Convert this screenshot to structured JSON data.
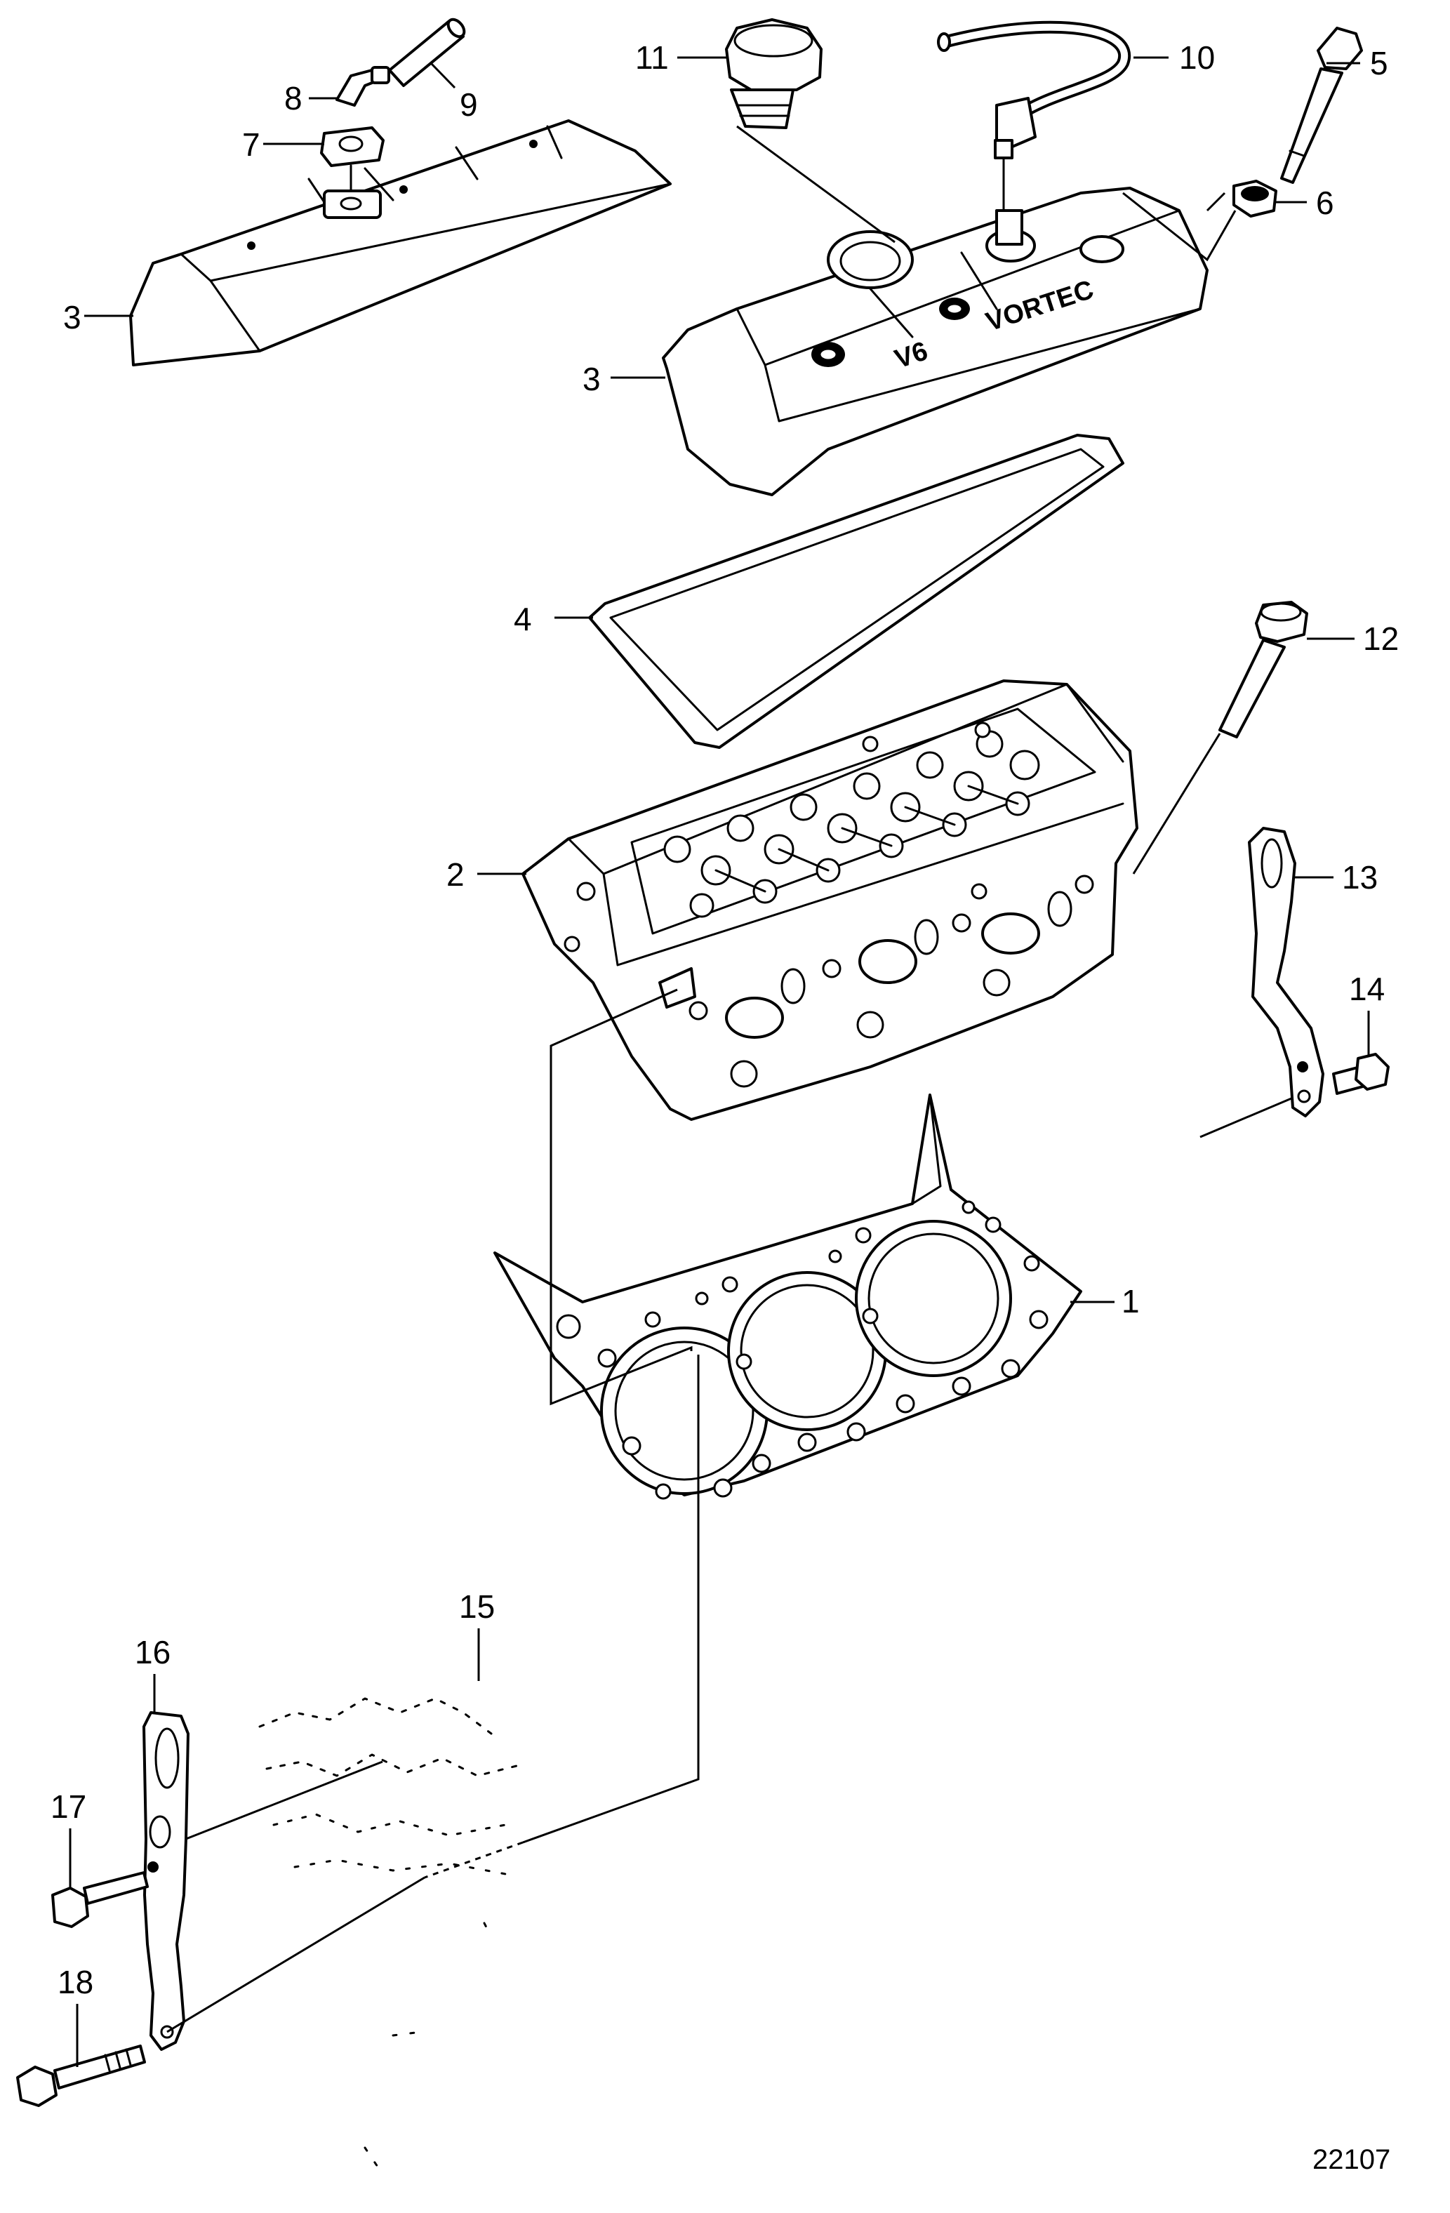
{
  "diagram": {
    "callouts": {
      "c1": "1",
      "c2": "2",
      "c3a": "3",
      "c3b": "3",
      "c4": "4",
      "c5": "5",
      "c6": "6",
      "c7": "7",
      "c8": "8",
      "c9": "9",
      "c10": "10",
      "c11": "11",
      "c12": "12",
      "c13": "13",
      "c14": "14",
      "c15": "15",
      "c16": "16",
      "c17": "17",
      "c18": "18"
    },
    "embossed": {
      "v6": "V6",
      "vortec": "VORTEC"
    },
    "document_number": "22107"
  }
}
